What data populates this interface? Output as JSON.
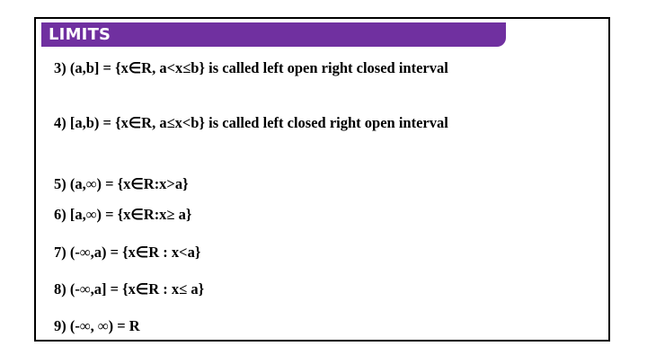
{
  "slide": {
    "title": "LIMITS",
    "lines": [
      "3) (a,b] = {x∈R, a<x≤b} is called left open right closed interval",
      "4) [a,b) = {x∈R, a≤x<b} is called left closed right open interval",
      "5) (a,∞) = {x∈R:x>a}",
      "6) [a,∞) = {x∈R:x≥ a}",
      "7) (-∞,a) = {x∈R : x<a}",
      "8) (-∞,a] = {x∈R : x≤ a}",
      "9) (-∞, ∞) = R"
    ]
  },
  "colors": {
    "title_bar": "#7030a0",
    "title_text": "#ffffff",
    "border": "#000000"
  }
}
